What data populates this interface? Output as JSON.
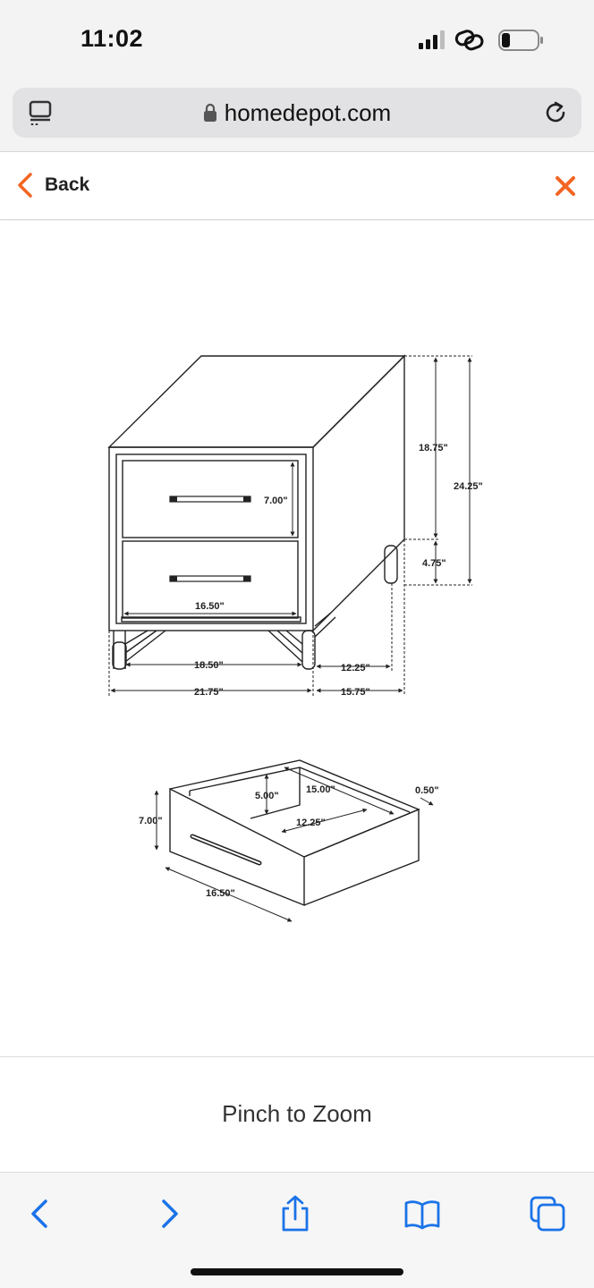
{
  "status": {
    "time": "11:02"
  },
  "browser": {
    "url": "homedepot.com"
  },
  "nav": {
    "back_label": "Back"
  },
  "diagram": {
    "nightstand": {
      "height_upper": "18.75\"",
      "height_total": "24.25\"",
      "leg_height": "4.75\"",
      "drawer_height": "7.00\"",
      "drawer_width": "16.50\"",
      "leg_span": "18.50\"",
      "width": "21.75\"",
      "inner_depth": "12.25\"",
      "depth": "15.75\""
    },
    "drawer": {
      "height": "7.00\"",
      "inner_height": "5.00\"",
      "depth": "15.00\"",
      "inner_depth": "12.25\"",
      "thickness": "0.50\"",
      "width": "16.50\""
    }
  },
  "zoom": {
    "hint": "Pinch to Zoom"
  },
  "colors": {
    "accent": "#f26522",
    "ios_blue": "#1a73e8"
  }
}
